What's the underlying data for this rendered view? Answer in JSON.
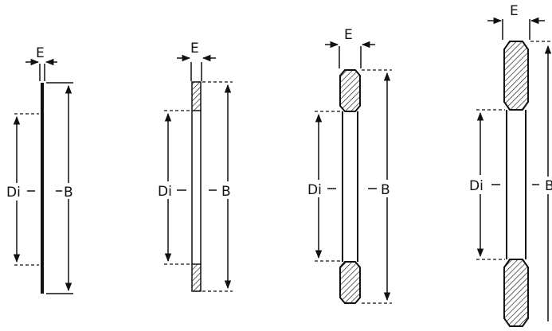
{
  "washers": [
    {
      "width_label": "E",
      "inner_label": "Di",
      "outer_label": "B"
    },
    {
      "width_label": "E",
      "inner_label": "Di",
      "outer_label": "B"
    },
    {
      "width_label": "E",
      "inner_label": "Di",
      "outer_label": "B"
    },
    {
      "width_label": "E",
      "inner_label": "Di",
      "outer_label": "B"
    }
  ]
}
